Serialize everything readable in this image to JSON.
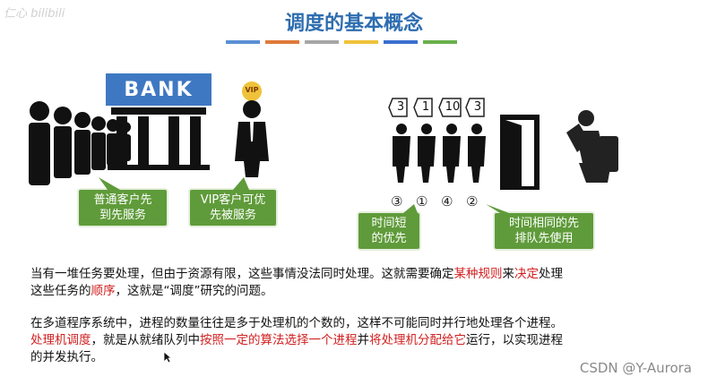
{
  "watermark_left": "仁心 bilibili",
  "title": "调度的基本概念",
  "title_bar_colors": [
    "#5b8fd6",
    "#e07a3a",
    "#a6a6a6",
    "#f0c23a",
    "#3a6fcf",
    "#6ab04c"
  ],
  "bank": {
    "sign": "BANK",
    "vip_badge": "VIP",
    "bubble_normal": [
      "普通客户先",
      "到先服务"
    ],
    "bubble_vip": [
      "VIP客户可优",
      "先被服务"
    ]
  },
  "queue": {
    "numbers": [
      "3",
      "1",
      "10",
      "3"
    ],
    "order_marks": [
      "③",
      "①",
      "④",
      "②"
    ],
    "bubble_short": [
      "时间短",
      "的优先"
    ],
    "bubble_same": [
      "时间相同的先",
      "排队先使用"
    ]
  },
  "para1": {
    "line1_a": "当有一堆任务要处理，但由于资源有限，这些事情没法同时处理。这就需要确定",
    "line1_b": "某种规则",
    "line1_c": "来",
    "line1_d": "决定",
    "line1_e": "处理",
    "line2_a": "这些任务的",
    "line2_b": "顺序",
    "line2_c": "，这就是“调度”研究的问题。"
  },
  "para2": {
    "line1": "在多道程序系统中，进程的数量往往是多于处理机的个数的，这样不可能同时并行地处理各个进程。",
    "line2_a": "处理机调度",
    "line2_b": "，就是从就绪队列中",
    "line2_c": "按照一定的算法选择一个进程",
    "line2_d": "并",
    "line2_e": "将处理机分配给它",
    "line2_f": "运行，以实现进程",
    "line3": "的并发执行。"
  },
  "credit": "CSDN @Y-Aurora",
  "colors": {
    "title": "#2e6db0",
    "bank": "#3f78c2",
    "bubble": "#5f9b3a",
    "highlight": "#d21f1f"
  }
}
